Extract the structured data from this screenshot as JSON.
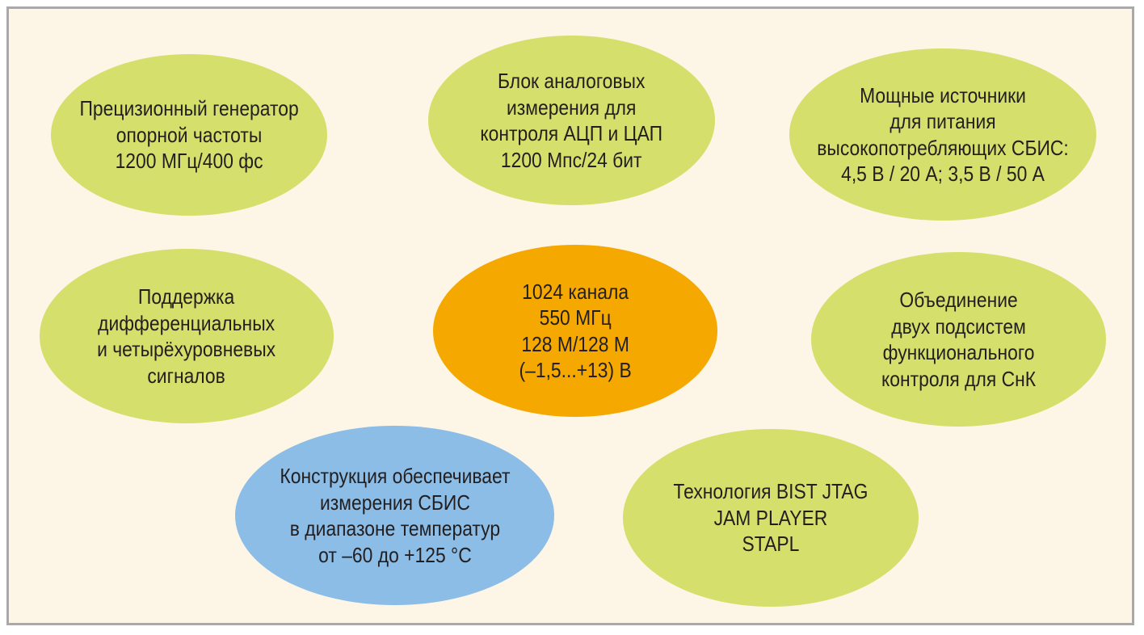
{
  "colors": {
    "background": "#fdf5e6",
    "border": "#a9a9a9",
    "green": "#d5df6b",
    "orange": "#f5a800",
    "blue": "#8bbde6",
    "text": "#231f20"
  },
  "nodes": {
    "reference_generator": {
      "color": "green",
      "lines": [
        "Прецизионный генератор",
        "опорной частоты",
        "1200 МГц/400 фс"
      ]
    },
    "analog_block": {
      "color": "green",
      "lines": [
        "Блок аналоговых",
        "измерения  для",
        "контроля АЦП и ЦАП",
        "1200 Мпс/24 бит"
      ]
    },
    "power_sources": {
      "color": "green",
      "lines": [
        "Мощные источники",
        "для питания",
        "высокопотребляющих СБИС:",
        "4,5 В / 20 А; 3,5 В / 50 А"
      ]
    },
    "differential_support": {
      "color": "green",
      "lines": [
        "Поддержка",
        "дифференциальных",
        "и четырёхуровневых",
        "сигналов"
      ]
    },
    "center": {
      "color": "orange",
      "lines": [
        "1024 канала",
        "550 МГц",
        "128 М/128 М",
        "(–1,5...+13) В"
      ]
    },
    "functional_control": {
      "color": "green",
      "lines": [
        "Объединение",
        "двух подсистем",
        "функционального",
        "контроля для СнК"
      ]
    },
    "temperature_range": {
      "color": "blue",
      "lines": [
        "Конструкция обеспечивает",
        "измерения СБИС",
        "в диапазоне температур",
        "от –60 до +125 °C"
      ]
    },
    "technologies": {
      "color": "green",
      "lines": [
        "Технология BIST JTAG",
        "JAM PLAYER",
        "STAPL"
      ]
    }
  }
}
